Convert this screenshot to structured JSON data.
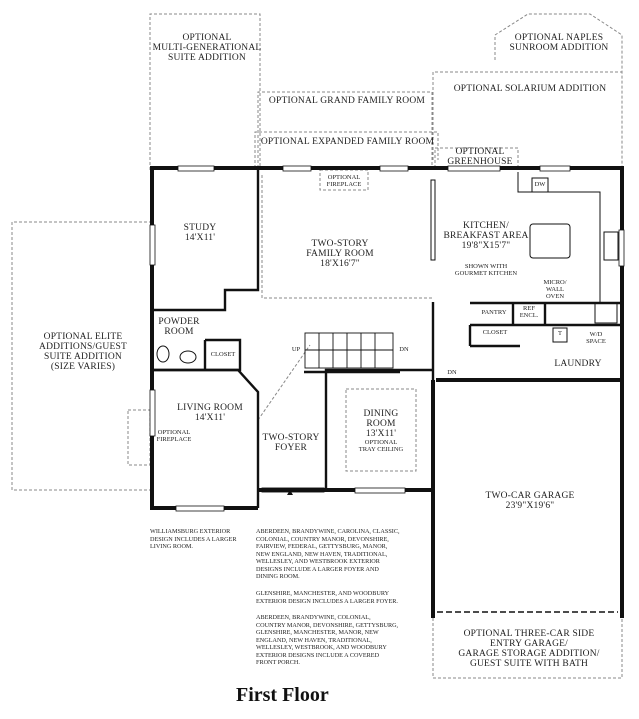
{
  "title": "First Floor",
  "options": {
    "multi_generational": "OPTIONAL\nMULTI-GENERATIONAL\nSUITE ADDITION",
    "naples_sunroom": "OPTIONAL NAPLES\nSUNROOM ADDITION",
    "solarium": "OPTIONAL SOLARIUM ADDITION",
    "grand_family_room": "OPTIONAL GRAND FAMILY ROOM",
    "expanded_family_room": "OPTIONAL EXPANDED FAMILY ROOM",
    "greenhouse": "OPTIONAL\nGREENHOUSE",
    "elite_additions": "OPTIONAL ELITE\nADDITIONS/GUEST\nSUITE ADDITION\n(SIZE VARIES)",
    "three_car_garage": "OPTIONAL THREE-CAR SIDE\nENTRY GARAGE/\nGARAGE STORAGE ADDITION/\nGUEST SUITE WITH BATH",
    "fireplace_family": "OPTIONAL\nFIREPLACE",
    "fireplace_living": "OPTIONAL\nFIREPLACE"
  },
  "rooms": {
    "study": {
      "name": "STUDY",
      "size": "14'X11'"
    },
    "family": {
      "name": "TWO-STORY\nFAMILY ROOM",
      "size": "18'X16'7\""
    },
    "kitchen": {
      "name": "KITCHEN/\nBREAKFAST AREA",
      "size": "19'8\"X15'7\""
    },
    "kitchen_note": "SHOWN WITH\nGOURMET KITCHEN",
    "micro": "MICRO/\nWALL\nOVEN",
    "dw": "DW",
    "pantry": "PANTRY",
    "ref": "REF\nENCL.",
    "closet_kitchen": "CLOSET",
    "t": "T",
    "wd": "W/D\nSPACE",
    "laundry": "LAUNDRY",
    "powder": "POWDER\nROOM",
    "closet_powder": "CLOSET",
    "up": "UP",
    "dn_stair": "DN",
    "dn_garage": "DN",
    "living": {
      "name": "LIVING ROOM",
      "size": "14'X11'"
    },
    "foyer": "TWO-STORY\nFOYER",
    "dining": {
      "name": "DINING\nROOM",
      "size": "13'X11'",
      "note": "OPTIONAL\nTRAY CEILING"
    },
    "garage": {
      "name": "TWO-CAR GARAGE",
      "size": "23'9\"X19'6\""
    }
  },
  "notes": {
    "williamsburg": "WILLIAMSBURG EXTERIOR\nDESIGN INCLUDES A LARGER\nLIVING ROOM.",
    "aberdeen_foyer": "ABERDEEN, BRANDYWINE, CAROLINA, CLASSIC,\nCOLONIAL, COUNTRY MANOR, DEVONSHIRE,\nFAIRVIEW, FEDERAL, GETTYSBURG, MANOR,\nNEW ENGLAND, NEW HAVEN, TRADITIONAL,\nWELLESLEY, AND WESTBROOK EXTERIOR\nDESIGNS INCLUDE A LARGER FOYER AND\nDINING ROOM.",
    "glenshire": "GLENSHIRE, MANCHESTER, AND WOODBURY\nEXTERIOR DESIGN INCLUDES A LARGER FOYER.",
    "aberdeen_porch": "ABERDEEN, BRANDYWINE, COLONIAL,\nCOUNTRY MANOR, DEVONSHIRE, GETTYSBURG,\nGLENSHIRE, MANCHESTER, MANOR, NEW\nENGLAND, NEW HAVEN, TRADITIONAL,\nWELLESLEY, WESTBROOK, AND WOODBURY\nEXTERIOR DESIGNS INCLUDE A COVERED\nFRONT PORCH."
  }
}
